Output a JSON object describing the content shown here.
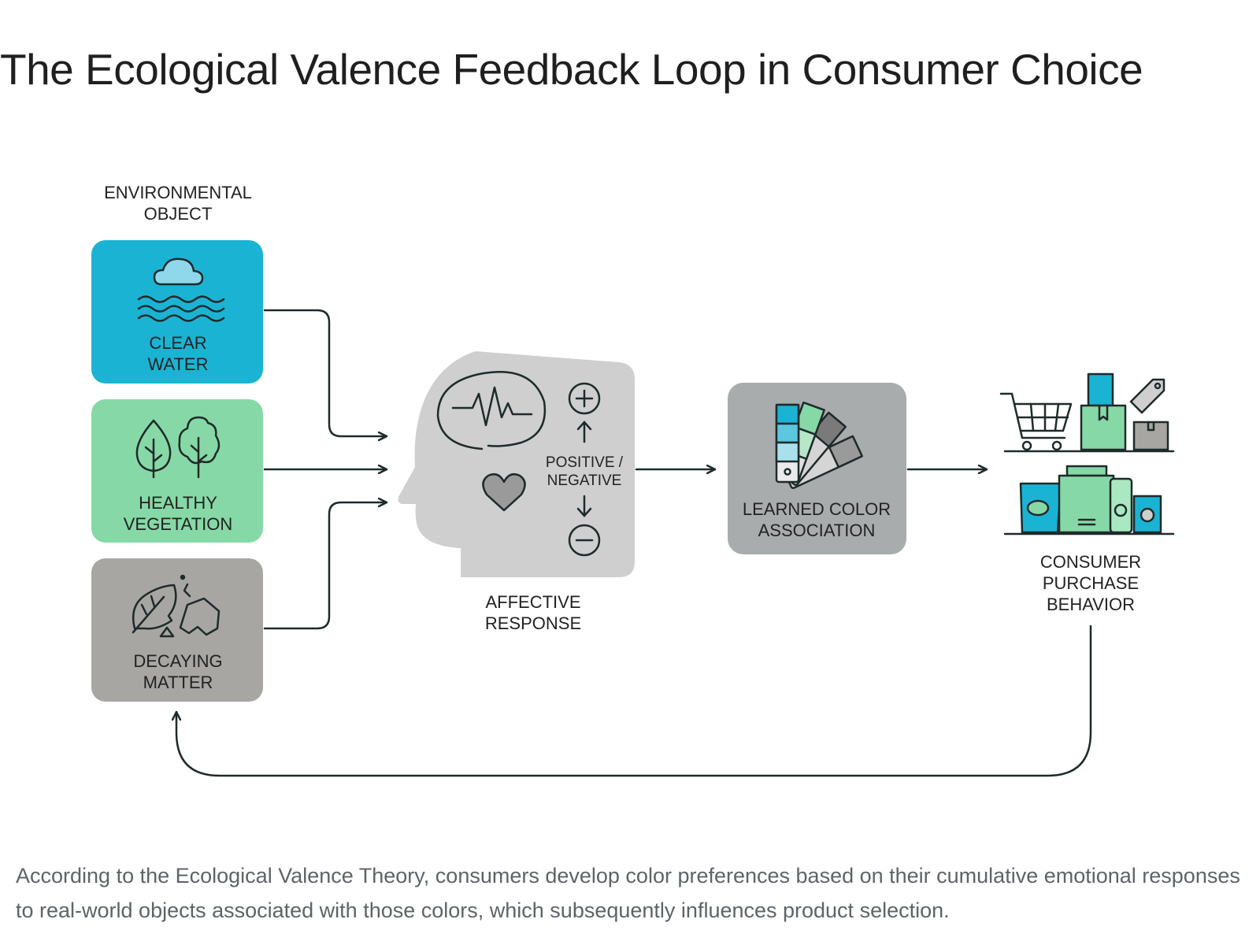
{
  "title": "The Ecological Valence Feedback Loop in Consumer Choice",
  "environmental_object": {
    "line1": "ENVIRONMENTAL",
    "line2": "OBJECT"
  },
  "boxes": [
    {
      "line1": "CLEAR",
      "line2": "WATER",
      "color": "#1bb3d3",
      "icon": "cloud-water-icon"
    },
    {
      "line1": "HEALTHY",
      "line2": "VEGETATION",
      "color": "#86d9a6",
      "icon": "trees-icon"
    },
    {
      "line1": "DECAYING",
      "line2": "MATTER",
      "color": "#a7a6a3",
      "icon": "decaying-leaf-icon"
    }
  ],
  "affective": {
    "valence_line1": "POSITIVE /",
    "valence_line2": "NEGATIVE",
    "label_line1": "AFFECTIVE",
    "label_line2": "RESPONSE",
    "color": "#cfcfcf",
    "icon": "head-brain-heart-icon"
  },
  "learned": {
    "line1": "LEARNED COLOR",
    "line2": "ASSOCIATION",
    "color": "#a9acad",
    "icon": "color-swatch-icon"
  },
  "consumer": {
    "line1": "CONSUMER",
    "line2": "PURCHASE",
    "line3": "BEHAVIOR",
    "icon": "shopping-products-icon"
  },
  "colors": {
    "teal": "#1bb3d3",
    "green": "#86d9a6",
    "gray": "#a7a6a3",
    "line": "#1f2a2a"
  },
  "caption": "According to the Ecological Valence Theory, consumers develop color preferences based on their cumulative emotional responses to real-world objects associated with those colors, which subsequently influences product selection."
}
